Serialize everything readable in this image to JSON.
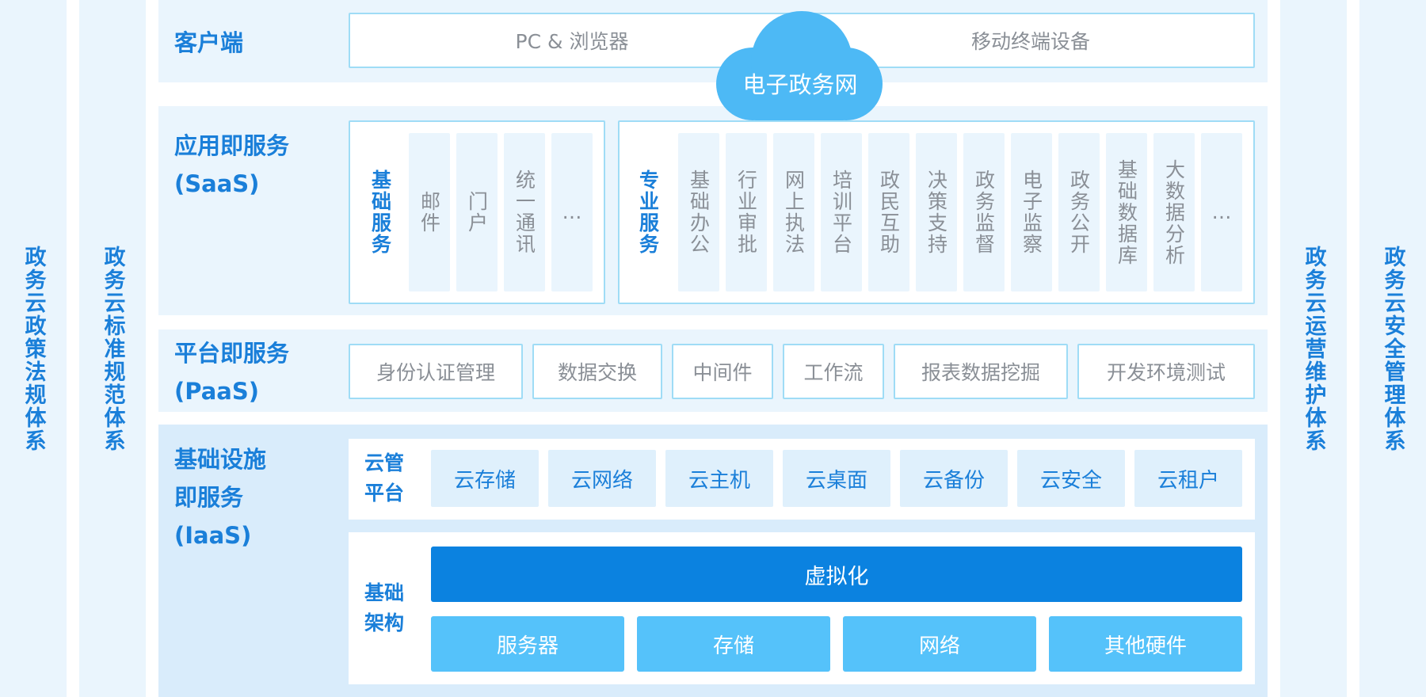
{
  "left_pillars": [
    "政务云政策法规体系",
    "政务云标准规范体系"
  ],
  "right_pillars": [
    "政务云运营维护体系",
    "政务云安全管理体系"
  ],
  "client": {
    "title": "客户端",
    "items": [
      "PC & 浏览器",
      "移动终端设备"
    ]
  },
  "cloud_label": "电子政务网",
  "saas": {
    "title_line1": "应用即服务",
    "title_line2": "(SaaS)",
    "basic": {
      "label": "基础服务",
      "items": [
        "邮件",
        "门户",
        "统一通讯",
        "…"
      ]
    },
    "pro": {
      "label": "专业服务",
      "items": [
        "基础办公",
        "行业审批",
        "网上执法",
        "培训平台",
        "政民互助",
        "决策支持",
        "政务监督",
        "电子监察",
        "政务公开",
        "基础数据库",
        "大数据分析",
        "…"
      ]
    }
  },
  "paas": {
    "title_line1": "平台即服务",
    "title_line2": "(PaaS)",
    "items": [
      "身份认证管理",
      "数据交换",
      "中间件",
      "工作流",
      "报表数据挖掘",
      "开发环境测试"
    ]
  },
  "iaas": {
    "title_line1": "基础设施",
    "title_line2": "即服务",
    "title_line3": "(IaaS)",
    "cloud_mgmt": {
      "label_line1": "云管",
      "label_line2": "平台",
      "items": [
        "云存储",
        "云网络",
        "云主机",
        "云桌面",
        "云备份",
        "云安全",
        "云租户"
      ]
    },
    "infra": {
      "label_line1": "基础",
      "label_line2": "架构",
      "virtualization": "虚拟化",
      "hardware": [
        "服务器",
        "存储",
        "网络",
        "其他硬件"
      ]
    }
  }
}
